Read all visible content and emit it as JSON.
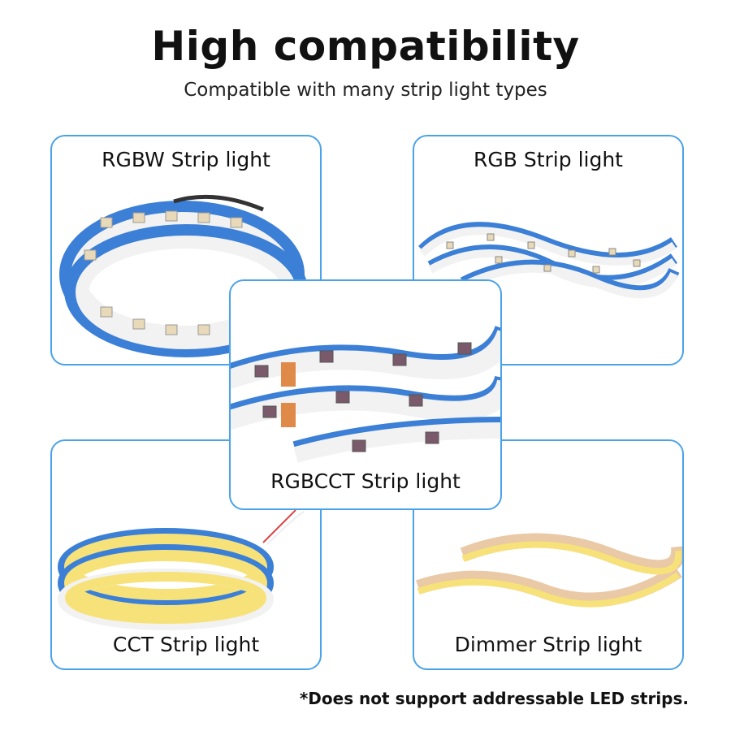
{
  "header": {
    "title": "High compatibility",
    "subtitle": "Compatible with many strip light types"
  },
  "cards": {
    "rgbw": {
      "label": "RGBW Strip light"
    },
    "rgb": {
      "label": "RGB Strip light"
    },
    "rgbcct": {
      "label": "RGBCCT Strip light"
    },
    "cct": {
      "label": "CCT Strip light"
    },
    "dimmer": {
      "label": "Dimmer Strip light"
    }
  },
  "footnote": "*Does not support addressable LED strips.",
  "colors": {
    "border": "#4aa3e8",
    "strip_backing": "#3b7fd6",
    "strip_white": "#f2f2f2",
    "cob_yellow": "#f7e27a",
    "tape_tan": "#e9c9a6"
  }
}
